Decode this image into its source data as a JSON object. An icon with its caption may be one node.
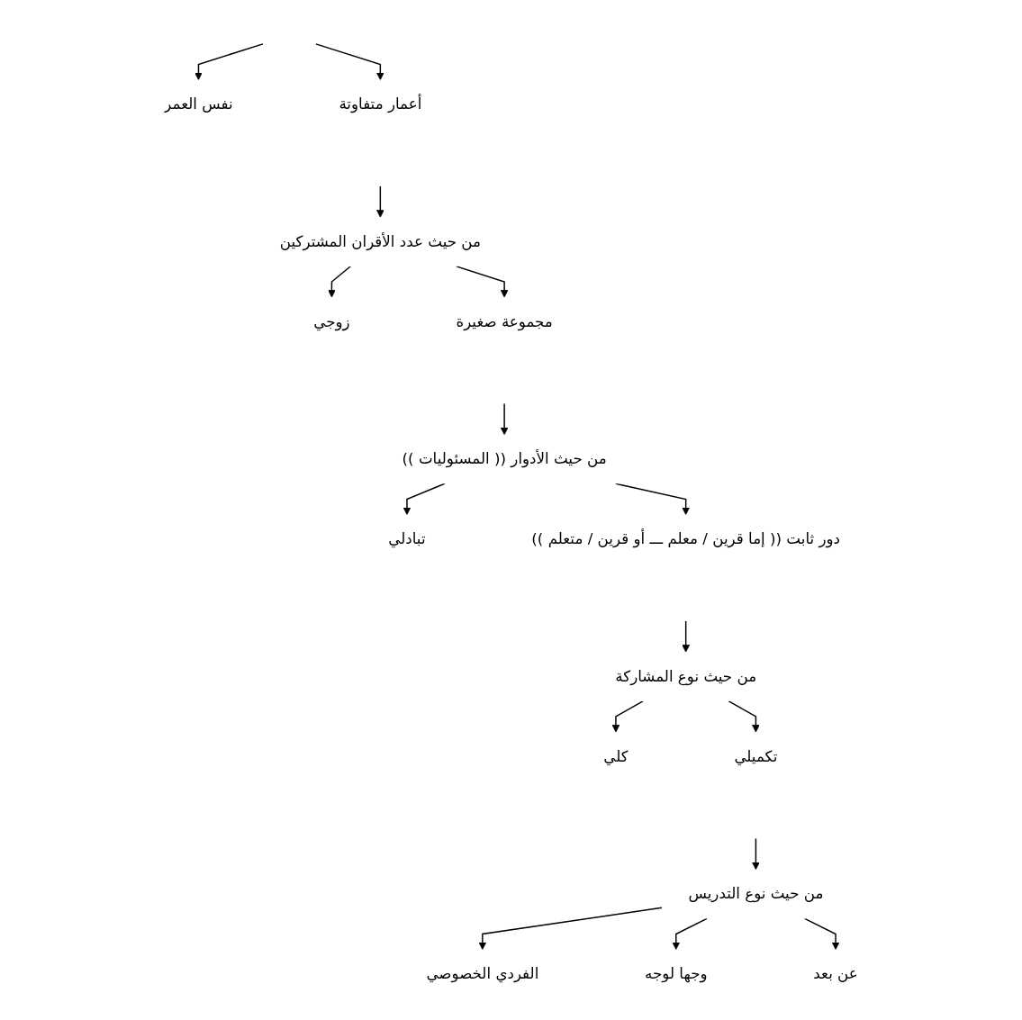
{
  "diagram": {
    "nodes": [
      {
        "text": [
          "نفس العمر"
        ]
      },
      {
        "text": [
          "أعمار متفاوتة"
        ]
      },
      {
        "text": [
          "من حيث عدد الأقران المشتركين"
        ]
      },
      {
        "text": [
          "زوجي"
        ]
      },
      {
        "text": [
          "مجموعة صغيرة"
        ]
      },
      {
        "text": [
          "من حيث الأدوار (( المسئوليات ))"
        ]
      },
      {
        "text": [
          "تبادلي"
        ]
      },
      {
        "text": [
          "دور ثابت (( إما قرين / معلم ـــ أو قرين / متعلم ))"
        ]
      },
      {
        "text": [
          "من حيث نوع المشاركة"
        ]
      },
      {
        "text": [
          "كلي"
        ]
      },
      {
        "text": [
          "تكميلي"
        ]
      },
      {
        "text": [
          "من حيث نوع التدريس"
        ]
      },
      {
        "text": [
          "الفردي الخصوصي"
        ]
      },
      {
        "text": [
          "وجها لوجه"
        ]
      },
      {
        "text": [
          "عن بعد"
        ]
      }
    ],
    "edges": [
      {
        "from": null,
        "to": 0,
        "arrow": "to"
      },
      {
        "from": null,
        "to": 1,
        "arrow": "to"
      },
      {
        "from": null,
        "to": 2,
        "arrow": "to"
      },
      {
        "from": 2,
        "to": 3,
        "arrow": "to"
      },
      {
        "from": 2,
        "to": 4,
        "arrow": "to"
      },
      {
        "from": null,
        "to": 5,
        "arrow": "to"
      },
      {
        "from": 5,
        "to": 6,
        "arrow": "to"
      },
      {
        "from": 5,
        "to": 7,
        "arrow": "to"
      },
      {
        "from": null,
        "to": 8,
        "arrow": "to"
      },
      {
        "from": 8,
        "to": 9,
        "arrow": "to"
      },
      {
        "from": 8,
        "to": 10,
        "arrow": "to"
      },
      {
        "from": null,
        "to": 11,
        "arrow": "to"
      },
      {
        "from": 11,
        "to": 12,
        "arrow": "to"
      },
      {
        "from": 11,
        "to": 13,
        "arrow": "to"
      },
      {
        "from": 11,
        "to": 14,
        "arrow": "to"
      }
    ]
  }
}
